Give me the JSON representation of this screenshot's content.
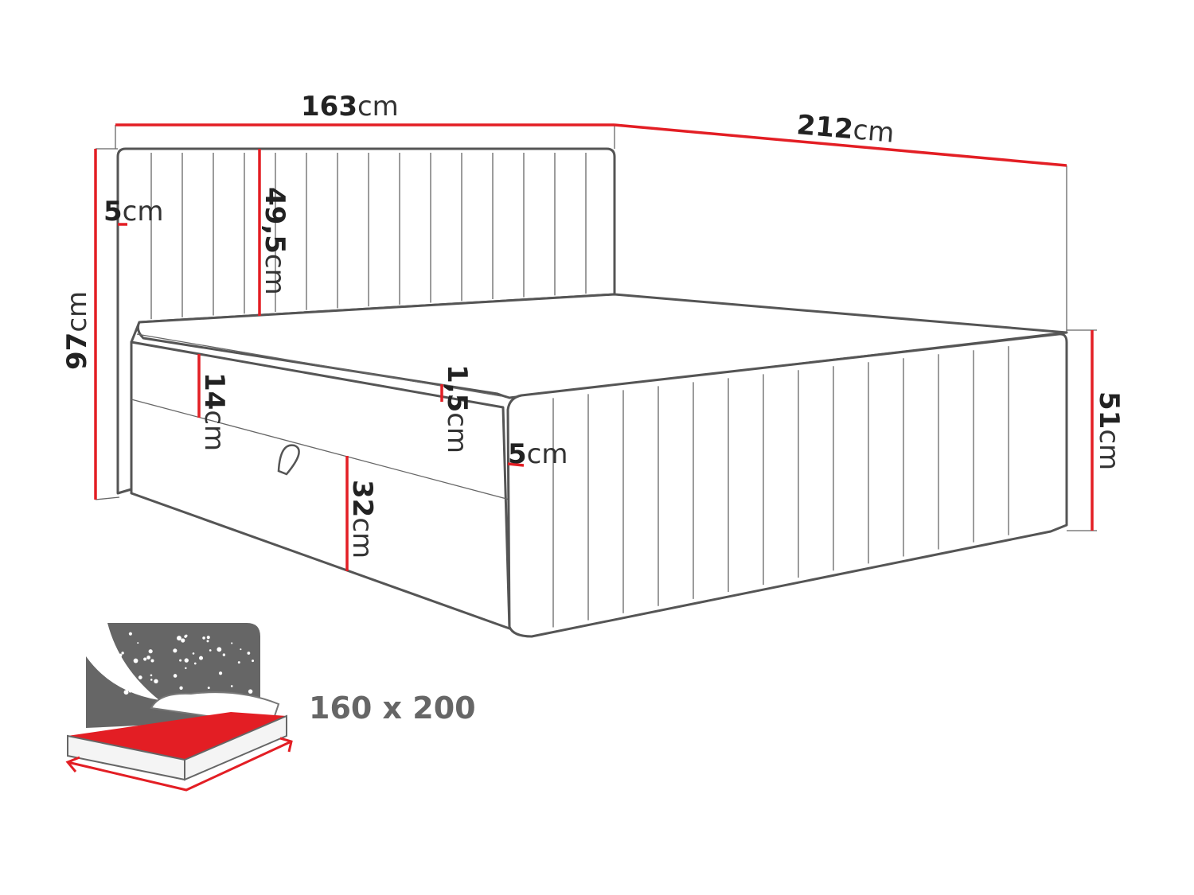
{
  "dimensions": {
    "total_width": {
      "value": "163",
      "unit": "cm"
    },
    "total_length": {
      "value": "212",
      "unit": "cm"
    },
    "total_height": {
      "value": "97",
      "unit": "cm"
    },
    "headboard_thickness": {
      "value": "5",
      "unit": "cm"
    },
    "headboard_height": {
      "value": "49,5",
      "unit": "cm"
    },
    "topper_height": {
      "value": "14",
      "unit": "cm"
    },
    "topper_edge": {
      "value": "1,5",
      "unit": "cm"
    },
    "footboard_thickness": {
      "value": "5",
      "unit": "cm"
    },
    "base_height": {
      "value": "32",
      "unit": "cm"
    },
    "side_height": {
      "value": "51",
      "unit": "cm"
    }
  },
  "mattress_size": {
    "label": "160 x 200"
  },
  "colors": {
    "dimension_line": "#e31e24",
    "outline": "#555555",
    "icon_gray": "#666666",
    "icon_red": "#e31e24"
  }
}
